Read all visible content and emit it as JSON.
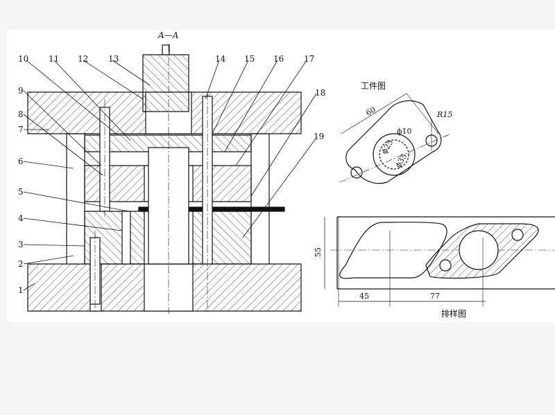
{
  "section_title": "A—A",
  "workpiece_title": "工件图",
  "layout_title": "排样图",
  "part_labels": [
    "1",
    "2",
    "3",
    "4",
    "5",
    "6",
    "7",
    "8",
    "9",
    "10",
    "11",
    "12",
    "13",
    "14",
    "15",
    "16",
    "17",
    "18",
    "19"
  ],
  "workpiece_dims": {
    "center_distance": "60",
    "corner_radius": "R15",
    "small_hole": "ϕ10",
    "bore_inner": "ϕ25",
    "bore_outer": "ϕ35"
  },
  "layout_dims": {
    "strip_width": "55",
    "edge_margin": "45",
    "pitch": "77"
  },
  "colors": {
    "line": "#111111",
    "sheet": "#ffffff",
    "background": "#f5f5f5"
  }
}
